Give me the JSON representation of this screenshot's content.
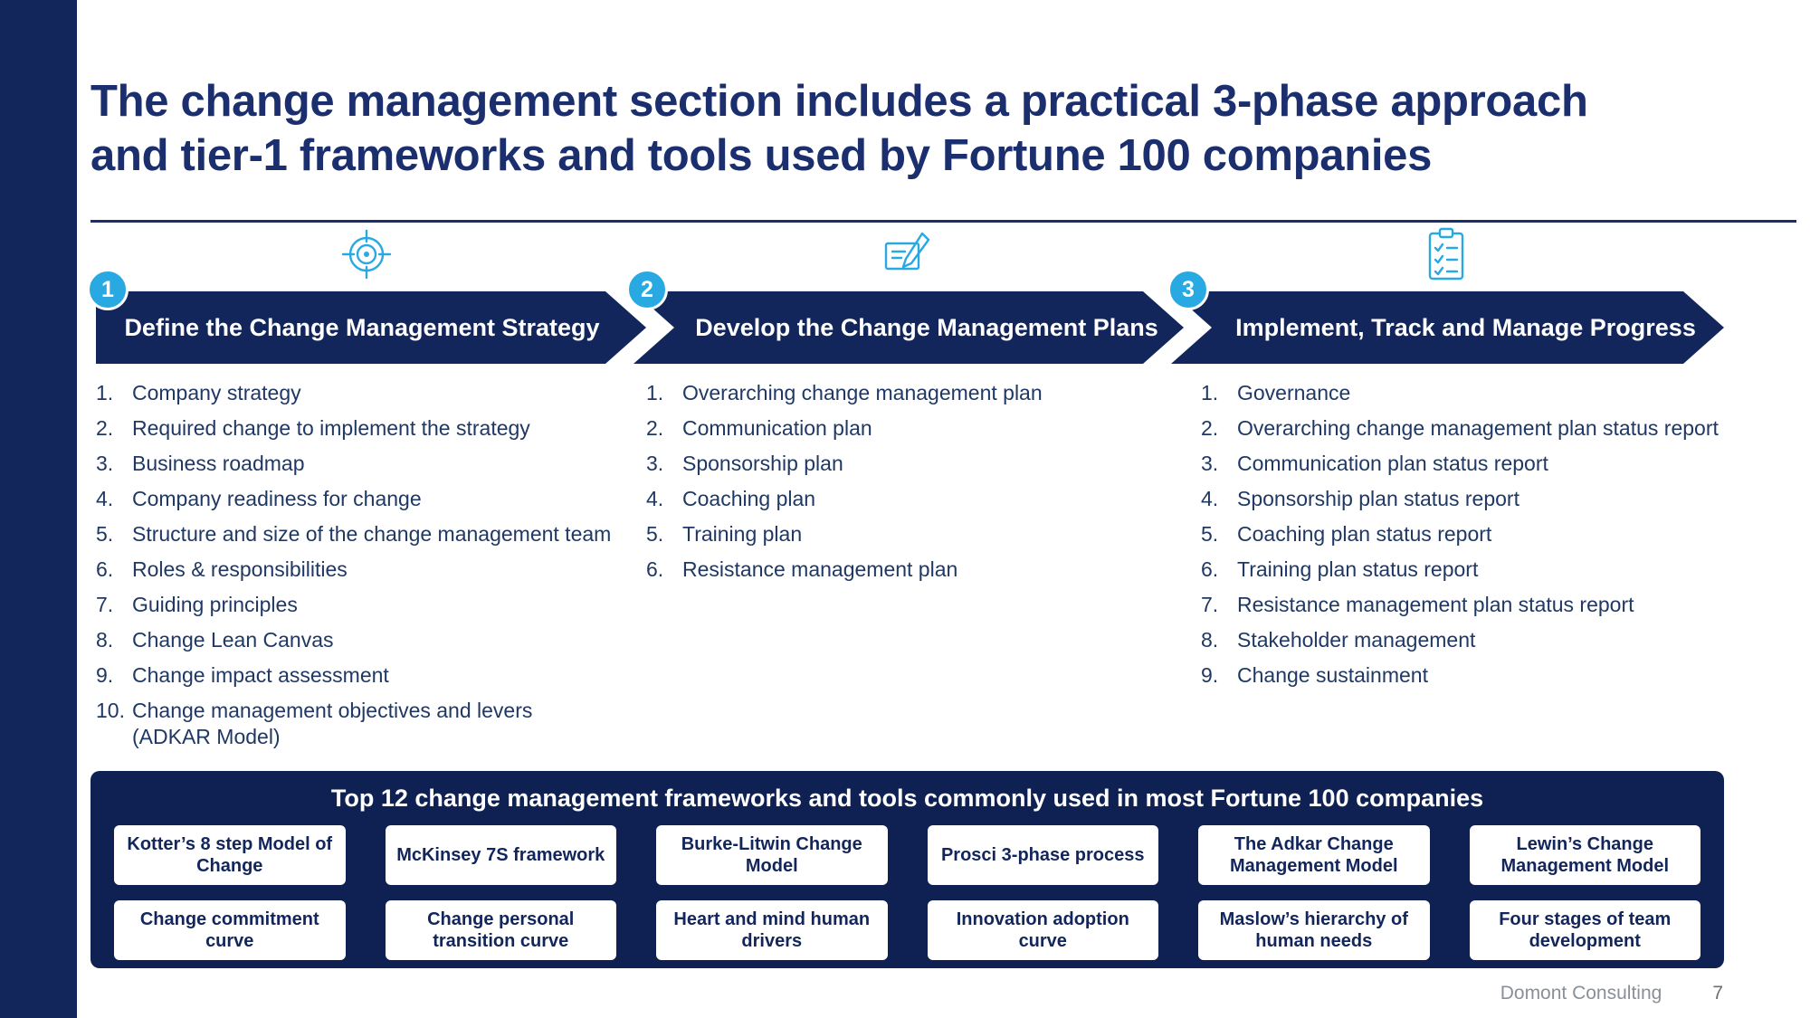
{
  "title": "The change management section includes a practical 3-phase approach\nand tier-1 frameworks and tools used by Fortune 100 companies",
  "phases": [
    {
      "number": "1",
      "icon": "target-icon",
      "heading": "Define the Change Management Strategy",
      "items": [
        "Company strategy",
        "Required change to implement the strategy",
        "Business roadmap",
        "Company readiness for change",
        "Structure and size of the change management team",
        "Roles & responsibilities",
        "Guiding principles",
        "Change Lean Canvas",
        "Change impact assessment",
        "Change management objectives and levers\n(ADKAR Model)"
      ]
    },
    {
      "number": "2",
      "icon": "blueprint-pencil-icon",
      "heading": "Develop the Change Management Plans",
      "items": [
        "Overarching change management plan",
        "Communication plan",
        "Sponsorship plan",
        "Coaching plan",
        "Training plan",
        "Resistance management plan"
      ]
    },
    {
      "number": "3",
      "icon": "checklist-clipboard-icon",
      "heading": "Implement, Track and Manage Progress",
      "items": [
        "Governance",
        "Overarching change management plan status report",
        "Communication plan status report",
        "Sponsorship plan status report",
        "Coaching plan status report",
        "Training plan status report",
        "Resistance management plan status report",
        "Stakeholder management",
        "Change sustainment"
      ]
    }
  ],
  "frameworks": {
    "title": "Top 12 change management frameworks and tools commonly used in most Fortune 100 companies",
    "items": [
      "Kotter’s 8 step Model of Change",
      "McKinsey 7S framework",
      "Burke-Litwin Change Model",
      "Prosci 3-phase process",
      "The Adkar Change Management Model",
      "Lewin’s Change Management Model",
      "Change commitment curve",
      "Change personal transition curve",
      "Heart and mind human drivers",
      "Innovation adoption curve",
      "Maslow’s hierarchy of human needs",
      "Four stages of team development"
    ]
  },
  "footer": {
    "company": "Domont Consulting",
    "page": "7"
  },
  "colors": {
    "navy": "#12265C",
    "title_navy": "#1B2F6E",
    "panel_navy": "#0E2152",
    "list_text_navy": "#1F3864",
    "accent_blue": "#29A9E1"
  }
}
